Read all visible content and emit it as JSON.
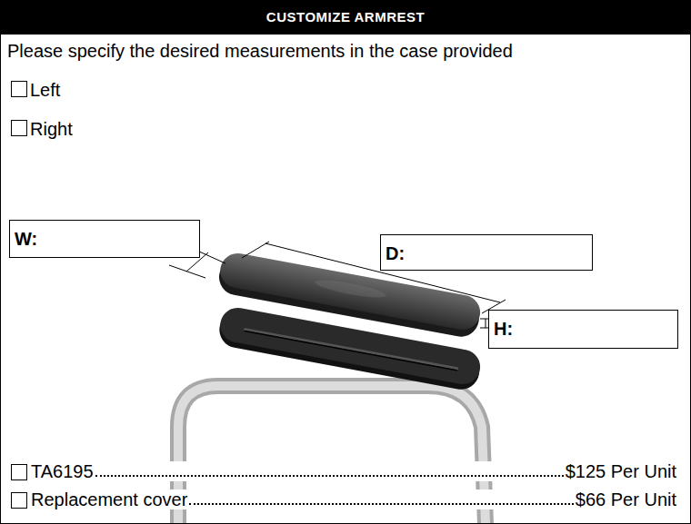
{
  "diagram": {
    "title": "CUSTOMIZE ARMREST",
    "nodes": [
      {
        "text": [
          "W:"
        ]
      },
      {
        "text": [
          "D:"
        ]
      },
      {
        "text": [
          "H:"
        ]
      }
    ],
    "labels": [
      "Please specify the desired measurements in the case provided",
      "Left",
      "Right",
      "TA6195",
      "$125 Per Unit",
      "Replacement cover",
      "$66 Per Unit"
    ]
  }
}
